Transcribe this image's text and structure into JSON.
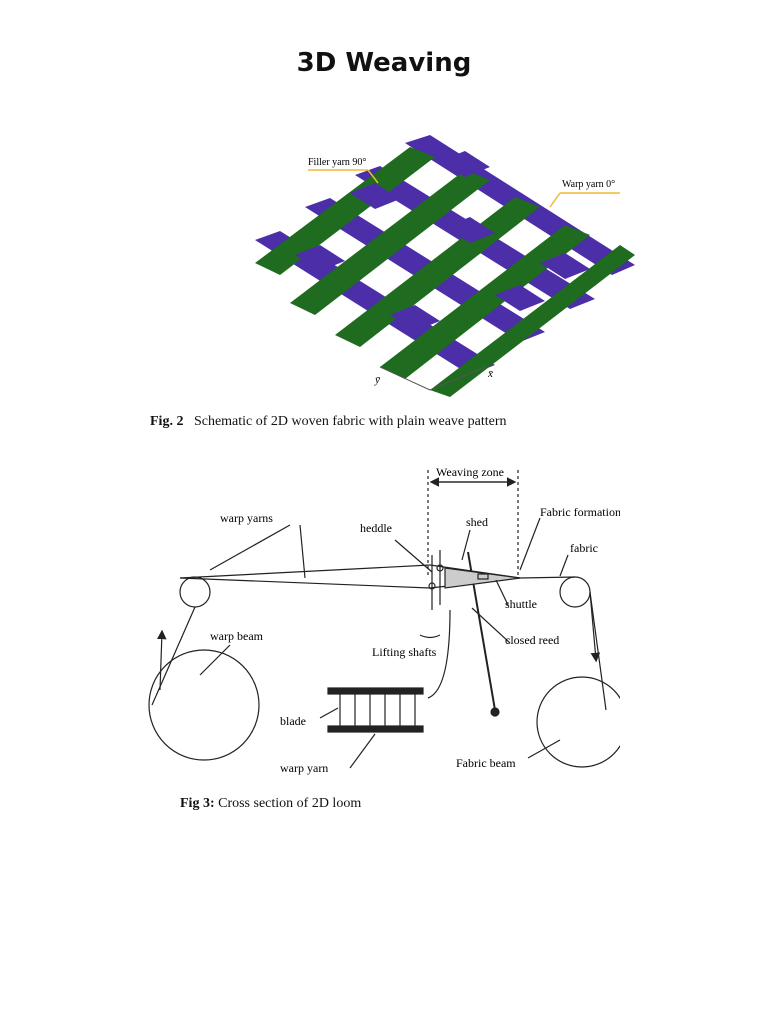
{
  "page": {
    "title": "3D Weaving"
  },
  "figure2": {
    "labels": {
      "filler": "Filler yarn 90°",
      "warp": "Warp yarn 0°",
      "axis_y": "ȳ",
      "axis_x": "x̄"
    },
    "caption_label": "Fig. 2",
    "caption_text": "Schematic of 2D woven fabric with plain weave pattern",
    "colors": {
      "warp": "#1f6b1f",
      "filler": "#4b2ea8",
      "label_line": "#f2b733"
    }
  },
  "figure3": {
    "labels": {
      "weaving_zone": "Weaving zone",
      "warp_yarns": "warp yarns",
      "heddle": "heddle",
      "shed": "shed",
      "fabric_formation_line": "Fabric formation line",
      "fabric": "fabric",
      "shuttle": "shuttle",
      "warp_beam": "warp beam",
      "lifting_shafts": "Lifting shafts",
      "closed_reed": "closed reed",
      "blade": "blade",
      "warp_yarn": "warp yarn",
      "fabric_beam": "Fabric beam"
    },
    "caption_label": "Fig 3:",
    "caption_text": "Cross section of 2D loom"
  }
}
